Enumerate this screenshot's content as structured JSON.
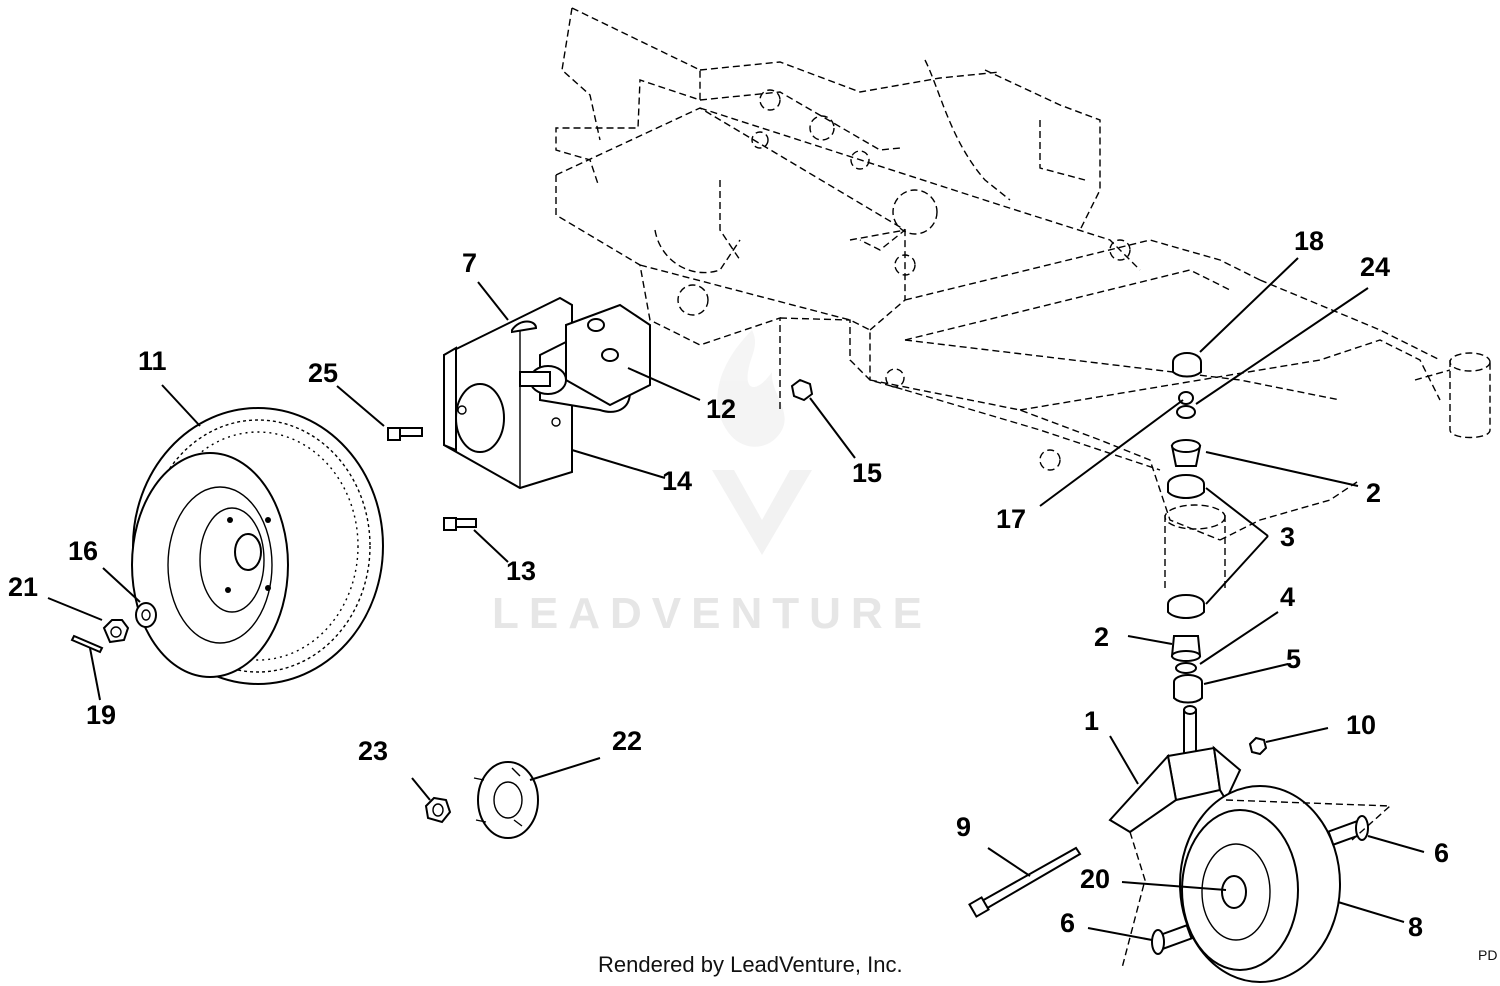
{
  "watermark": {
    "text": "LEADVENTURE"
  },
  "footer": {
    "text": "Rendered by LeadVenture, Inc."
  },
  "corner_mark": "PD",
  "callouts": [
    {
      "id": "c-1",
      "label": "1"
    },
    {
      "id": "c-2a",
      "label": "2"
    },
    {
      "id": "c-2b",
      "label": "2"
    },
    {
      "id": "c-3",
      "label": "3"
    },
    {
      "id": "c-4",
      "label": "4"
    },
    {
      "id": "c-5",
      "label": "5"
    },
    {
      "id": "c-6a",
      "label": "6"
    },
    {
      "id": "c-6b",
      "label": "6"
    },
    {
      "id": "c-7",
      "label": "7"
    },
    {
      "id": "c-8",
      "label": "8"
    },
    {
      "id": "c-9",
      "label": "9"
    },
    {
      "id": "c-10",
      "label": "10"
    },
    {
      "id": "c-11",
      "label": "11"
    },
    {
      "id": "c-12",
      "label": "12"
    },
    {
      "id": "c-13",
      "label": "13"
    },
    {
      "id": "c-14",
      "label": "14"
    },
    {
      "id": "c-15",
      "label": "15"
    },
    {
      "id": "c-16",
      "label": "16"
    },
    {
      "id": "c-17",
      "label": "17"
    },
    {
      "id": "c-18",
      "label": "18"
    },
    {
      "id": "c-19",
      "label": "19"
    },
    {
      "id": "c-20",
      "label": "20"
    },
    {
      "id": "c-21",
      "label": "21"
    },
    {
      "id": "c-22",
      "label": "22"
    },
    {
      "id": "c-23",
      "label": "23"
    },
    {
      "id": "c-24",
      "label": "24"
    },
    {
      "id": "c-25",
      "label": "25"
    }
  ]
}
